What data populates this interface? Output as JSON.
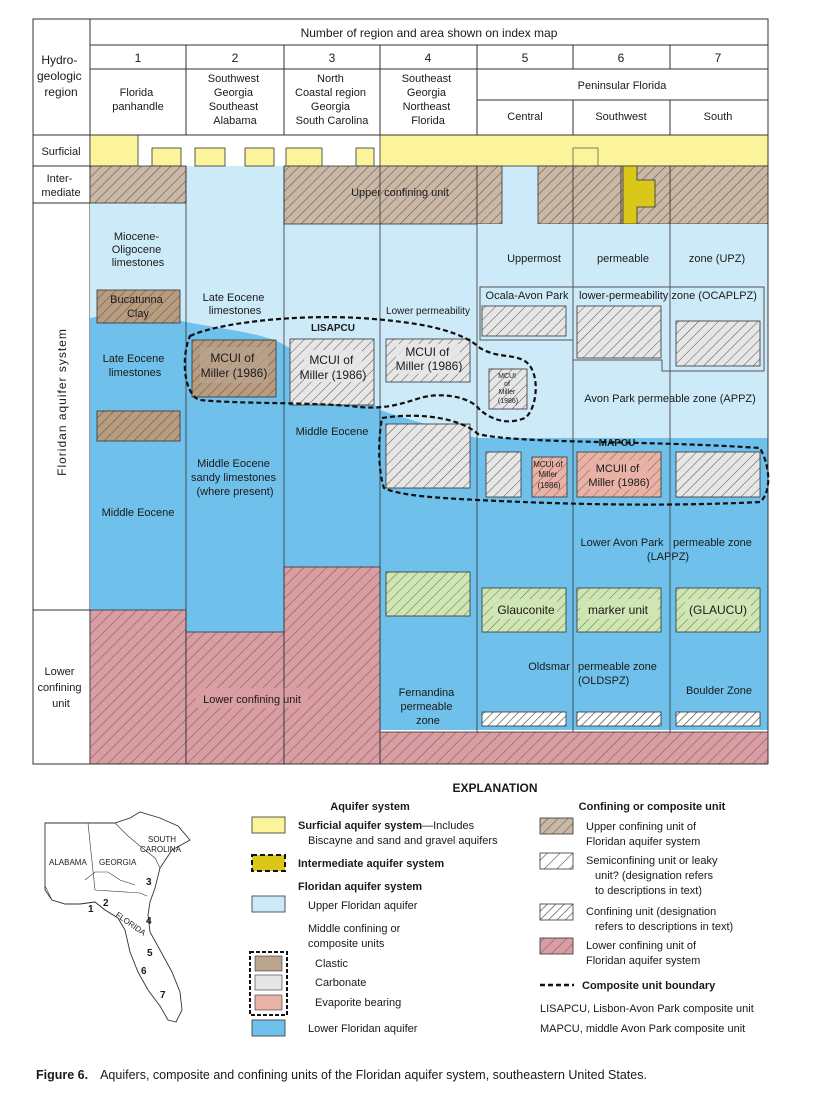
{
  "header": {
    "title": "Number of region and area shown on index map",
    "hydro_label": [
      "Hydro-",
      "geologic",
      "region"
    ],
    "columns": [
      {
        "num": "1",
        "name": [
          "Florida",
          "panhandle"
        ]
      },
      {
        "num": "2",
        "name": [
          "Southwest",
          "Georgia",
          "Southeast",
          "Alabama"
        ]
      },
      {
        "num": "3",
        "name": [
          "North",
          "Coastal region",
          "Georgia",
          "South Carolina"
        ]
      },
      {
        "num": "4",
        "name": [
          "Southeast",
          "Georgia",
          "Northeast",
          "Florida"
        ]
      },
      {
        "num": "5",
        "name": [
          "Central"
        ]
      },
      {
        "num": "6",
        "name": [
          "Southwest"
        ]
      },
      {
        "num": "7",
        "name": [
          "South"
        ]
      }
    ],
    "peninsular": "Peninsular Florida"
  },
  "side": {
    "surficial": "Surficial",
    "intermediate": [
      "Inter-",
      "mediate"
    ],
    "floridan": "Floridan aquifer system",
    "lower": [
      "Lower",
      "confining",
      "unit"
    ]
  },
  "labels": {
    "upper_confining": "Upper confining unit",
    "miocene": [
      "Miocene-",
      "Oligocene",
      "limestones"
    ],
    "bucatunna": [
      "Bucatunna",
      "Clay"
    ],
    "late_eocene_1": [
      "Late Eocene",
      "limestones"
    ],
    "middle_eocene_1": "Middle Eocene",
    "late_eocene_2": [
      "Late Eocene",
      "limestones"
    ],
    "mcui_2": [
      "MCUI of",
      "Miller (1986)"
    ],
    "middle_eocene_2": [
      "Middle Eocene",
      "sandy limestones",
      "(where present)"
    ],
    "lisapcu": "LISAPCU",
    "mcui_3": [
      "MCUI of",
      "Miller (1986)"
    ],
    "middle_eocene_3": "Middle Eocene",
    "lower_perm": "Lower permeability",
    "mcui_4": [
      "MCUI of",
      "Miller (1986)"
    ],
    "fernandina": [
      "Fernandina",
      "permeable",
      "zone"
    ],
    "uppermost": "Uppermost",
    "permeable": "permeable",
    "zone_upz": "zone    (UPZ)",
    "ocala_avon": "Ocala-Avon Park",
    "ocaplpz": "lower-permeability zone (OCAPLPZ)",
    "mcui_5": [
      "MCUI",
      "of",
      "Miller",
      "(1986)"
    ],
    "appz": "Avon Park permeable zone (APPZ)",
    "mapcu": "MAPCU",
    "mcui_5b": [
      "MCUI of",
      "Miller",
      "(1986)"
    ],
    "mcuii": [
      "MCUII of",
      "Miller (1986)"
    ],
    "lower_avon": "Lower Avon Park",
    "lappz": [
      "permeable zone",
      "(LAPPZ)"
    ],
    "glauconite": "Glauconite",
    "marker_unit": "marker unit",
    "glaucu": "(GLAUCU)",
    "oldsmar": "Oldsmar",
    "oldspz": [
      "permeable zone",
      "(OLDSPZ)"
    ],
    "boulder": "Boulder Zone",
    "lower_confining": "Lower confining  unit"
  },
  "explanation": {
    "title": "EXPLANATION",
    "aquifer_heading": "Aquifer system",
    "confining_heading": "Confining or composite unit",
    "surficial_bold": "Surficial aquifer system",
    "surficial_rest": "—Includes",
    "surficial_line2": "Biscayne and sand and gravel aquifers",
    "intermediate": "Intermediate aquifer system",
    "floridan": "Floridan aquifer system",
    "upper_floridan": "Upper Floridan aquifer",
    "middle_conf": [
      "Middle confining or",
      "composite units"
    ],
    "clastic": "Clastic",
    "carbonate": "Carbonate",
    "evaporite": "Evaporite bearing",
    "lower_floridan": "Lower Floridan aquifer",
    "upper_conf": [
      "Upper confining unit of",
      "Floridan aquifer system"
    ],
    "semiconf": [
      "Semiconfining unit or leaky",
      "unit? (designation refers",
      "to descriptions in text)"
    ],
    "conf_unit": [
      "Confining unit (designation",
      "refers to descriptions in text)"
    ],
    "lower_conf": [
      "Lower confining unit of",
      "Floridan aquifer system"
    ],
    "boundary": "Composite unit boundary",
    "lisapcu_def": "LISAPCU, Lisbon-Avon Park composite unit",
    "mapcu_def": "MAPCU, middle Avon Park composite unit"
  },
  "map": {
    "states": [
      "ALABAMA",
      "GEORGIA",
      "SOUTH",
      "CAROLINA",
      "FLORIDA"
    ],
    "numbers": [
      "1",
      "2",
      "3",
      "4",
      "5",
      "6",
      "7"
    ]
  },
  "caption": {
    "label": "Figure 6.",
    "text": "Aquifers, composite and confining units of the Floridan aquifer system, southeastern United States."
  },
  "colors": {
    "surficial": "#fbf49a",
    "intermediate": "#d9c71a",
    "upper_floridan": "#cdeaf9",
    "lower_floridan": "#6fc0ea",
    "upper_confining": "#c9b8a6",
    "clastic": "#bba58e",
    "evaporite": "#e8b3a6",
    "lower_confining": "#d99ea3",
    "glauconite": "#cfe5b4"
  }
}
